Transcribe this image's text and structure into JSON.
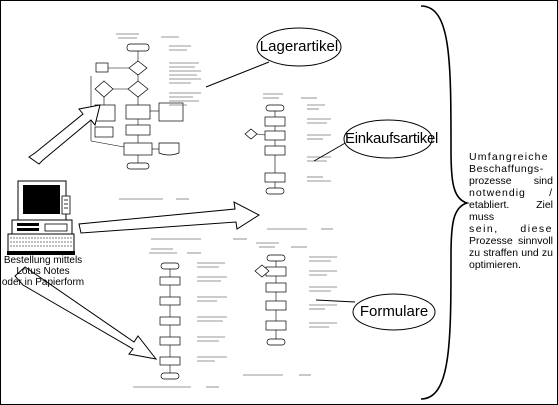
{
  "labels": {
    "lagerartikel": "Lagerartikel",
    "einkaufsartikel": "Einkaufsartikel",
    "formulare": "Formulare"
  },
  "pc_caption": {
    "line1": "Bestellung mittels",
    "line2": "Lotus Notes",
    "line3": "oder in Papierform"
  },
  "summary": {
    "line1": "Umfangreiche",
    "line2": "Beschaffungs-",
    "line3": "prozesse sind",
    "line4": "notwendig /",
    "line5": "etabliert. Ziel muss",
    "line6": "sein, diese",
    "line7": "Prozesse sinnvoll",
    "line8": "zu straffen und zu",
    "line9": "optimieren."
  }
}
